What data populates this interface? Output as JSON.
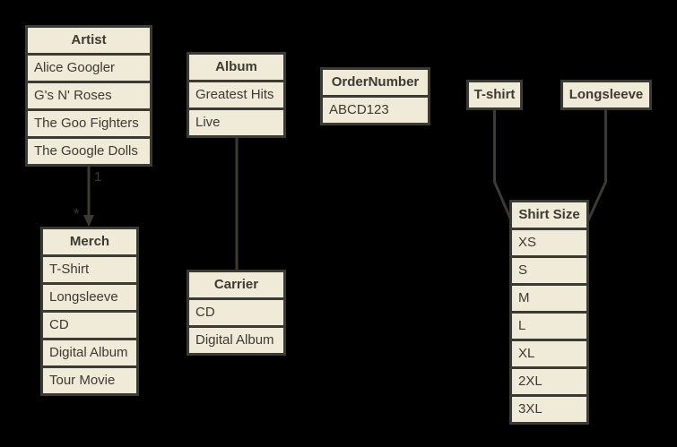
{
  "colors": {
    "background": "#000000",
    "box_fill": "#f0ebd8",
    "stroke": "#3b3a33"
  },
  "tables": {
    "artist": {
      "title": "Artist",
      "rows": [
        "Alice Googler",
        "G's N' Roses",
        "The Goo Fighters",
        "The Google Dolls"
      ]
    },
    "merch": {
      "title": "Merch",
      "rows": [
        "T-Shirt",
        "Longsleeve",
        "CD",
        "Digital Album",
        "Tour Movie"
      ]
    },
    "album": {
      "title": "Album",
      "rows": [
        "Greatest Hits",
        "Live"
      ]
    },
    "carrier": {
      "title": "Carrier",
      "rows": [
        "CD",
        "Digital Album"
      ]
    },
    "order_number": {
      "title": "OrderNumber",
      "rows": [
        "ABCD123"
      ]
    },
    "tshirt": {
      "title": "T-shirt",
      "rows": []
    },
    "longsleeve": {
      "title": "Longsleeve",
      "rows": []
    },
    "shirt_size": {
      "title": "Shirt Size",
      "rows": [
        "XS",
        "S",
        "M",
        "L",
        "XL",
        "2XL",
        "3XL"
      ]
    }
  },
  "edges": {
    "artist_merch": {
      "source_label": "1",
      "target_label": "*"
    }
  }
}
